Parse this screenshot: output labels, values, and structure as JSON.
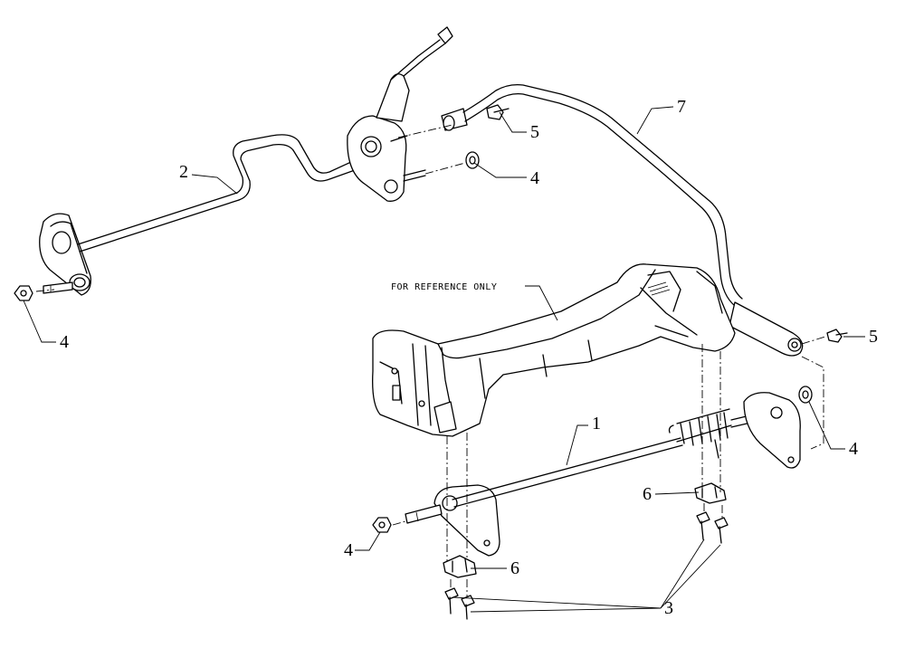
{
  "diagram": {
    "reference_note": "FOR REFERENCE ONLY",
    "callouts": {
      "c1": "1",
      "c2": "2",
      "c3": "3",
      "c4a": "4",
      "c4b": "4",
      "c4c": "4",
      "c4d": "4",
      "c5a": "5",
      "c5b": "5",
      "c6a": "6",
      "c6b": "6",
      "c7": "7"
    }
  }
}
